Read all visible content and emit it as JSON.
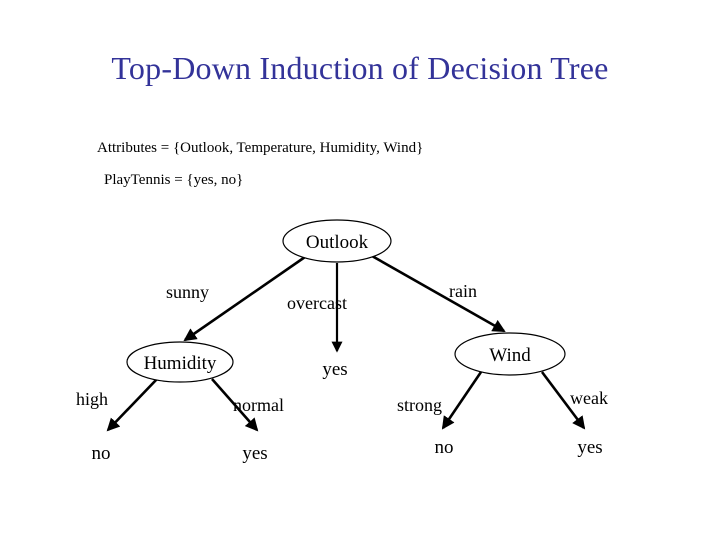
{
  "slide": {
    "title": "Top-Down Induction of Decision Tree",
    "title_color": "#333399",
    "background_color": "#ffffff",
    "text_color": "#000000"
  },
  "definitions": {
    "attributes": "Attributes = {Outlook, Temperature, Humidity, Wind}",
    "play_tennis": "PlayTennis = {yes, no}"
  },
  "tree": {
    "root": {
      "label": "Outlook"
    },
    "internal_nodes": [
      {
        "label": "Humidity"
      },
      {
        "label": "Wind"
      }
    ],
    "branch_labels": {
      "outlook_sunny": "sunny",
      "outlook_overcast": "overcast",
      "outlook_rain": "rain",
      "humidity_high": "high",
      "humidity_normal": "normal",
      "wind_strong": "strong",
      "wind_weak": "weak"
    },
    "leaves": [
      {
        "label": "no",
        "parent": "Humidity",
        "branch": "high"
      },
      {
        "label": "yes",
        "parent": "Humidity",
        "branch": "normal"
      },
      {
        "label": "yes",
        "parent": "Outlook",
        "branch": "overcast"
      },
      {
        "label": "no",
        "parent": "Wind",
        "branch": "strong"
      },
      {
        "label": "yes",
        "parent": "Wind",
        "branch": "weak"
      }
    ]
  }
}
